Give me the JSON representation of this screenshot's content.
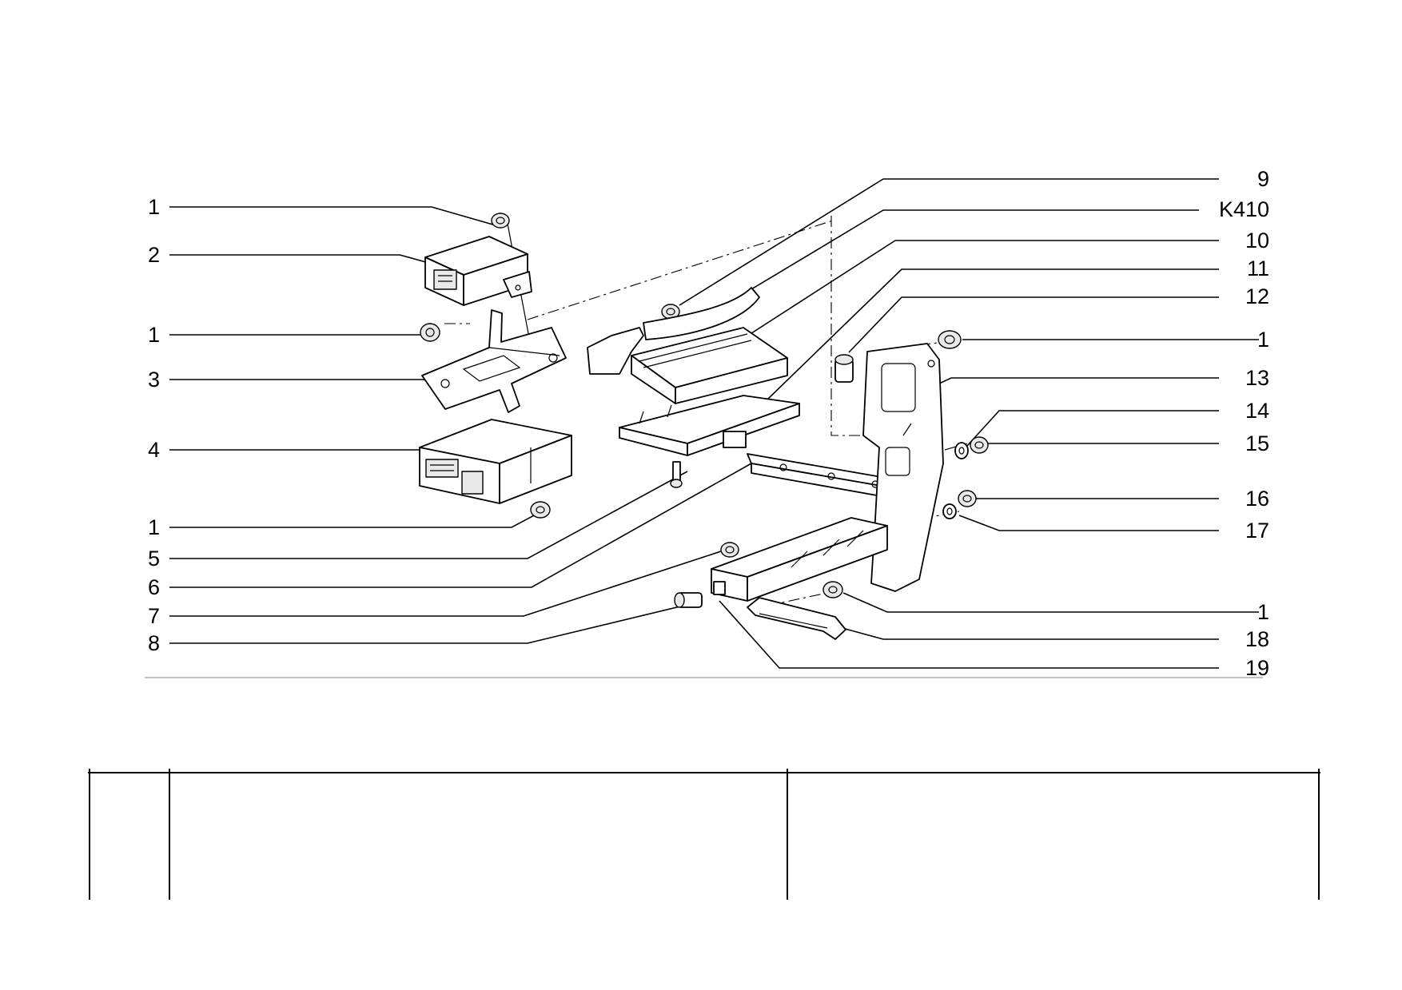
{
  "diagram": {
    "left_callouts": [
      "1",
      "2",
      "1",
      "3",
      "4",
      "1",
      "5",
      "6",
      "7",
      "8"
    ],
    "right_callouts": [
      "9",
      "K410",
      "10",
      "11",
      "12",
      "1",
      "13",
      "14",
      "15",
      "16",
      "17",
      "1",
      "18",
      "19"
    ]
  }
}
